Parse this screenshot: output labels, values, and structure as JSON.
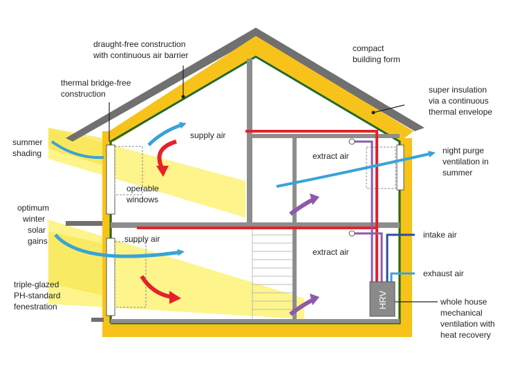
{
  "colors": {
    "insulation": "#f7c31a",
    "air_barrier": "#1f6a2b",
    "roof": "#707070",
    "wall_interior": "#8d8d8d",
    "supply_duct": "#e5222a",
    "extract_duct": "#8e5aa8",
    "intake_duct": "#2b4da0",
    "exhaust_duct": "#38a3d8",
    "fresh_air_arrow": "#38a3d8",
    "supply_arrow": "#e5222a",
    "extract_arrow": "#8e5aa8",
    "sunlight": "#fdf277",
    "hrv_box": "#8a8a8a"
  },
  "labels": {
    "draught_free": [
      "draught-free construction",
      "with continuous air barrier"
    ],
    "compact": [
      "compact",
      "building form"
    ],
    "thermal_bridge": [
      "thermal bridge-free",
      "construction"
    ],
    "super_insulation": [
      "super insulation",
      "via a continuous",
      "thermal envelope"
    ],
    "summer_shading": [
      "summer",
      "shading"
    ],
    "supply_air_upper": "supply air",
    "supply_air_lower": "supply air",
    "extract_air_upper": "extract air",
    "extract_air_lower": "extract air",
    "night_purge": [
      "night purge",
      "ventilation in",
      "summer"
    ],
    "operable_windows": [
      "operable",
      "windows"
    ],
    "solar_gains": [
      "optimum",
      "winter",
      "solar",
      "gains"
    ],
    "intake_air": "intake air",
    "exhaust_air": "exhaust air",
    "triple_glazed": [
      "triple-glazed",
      "PH-standard",
      "fenestration"
    ],
    "hrv": "HRV",
    "whole_house": [
      "whole house",
      "mechanical",
      "ventilation with",
      "heat recovery"
    ]
  }
}
